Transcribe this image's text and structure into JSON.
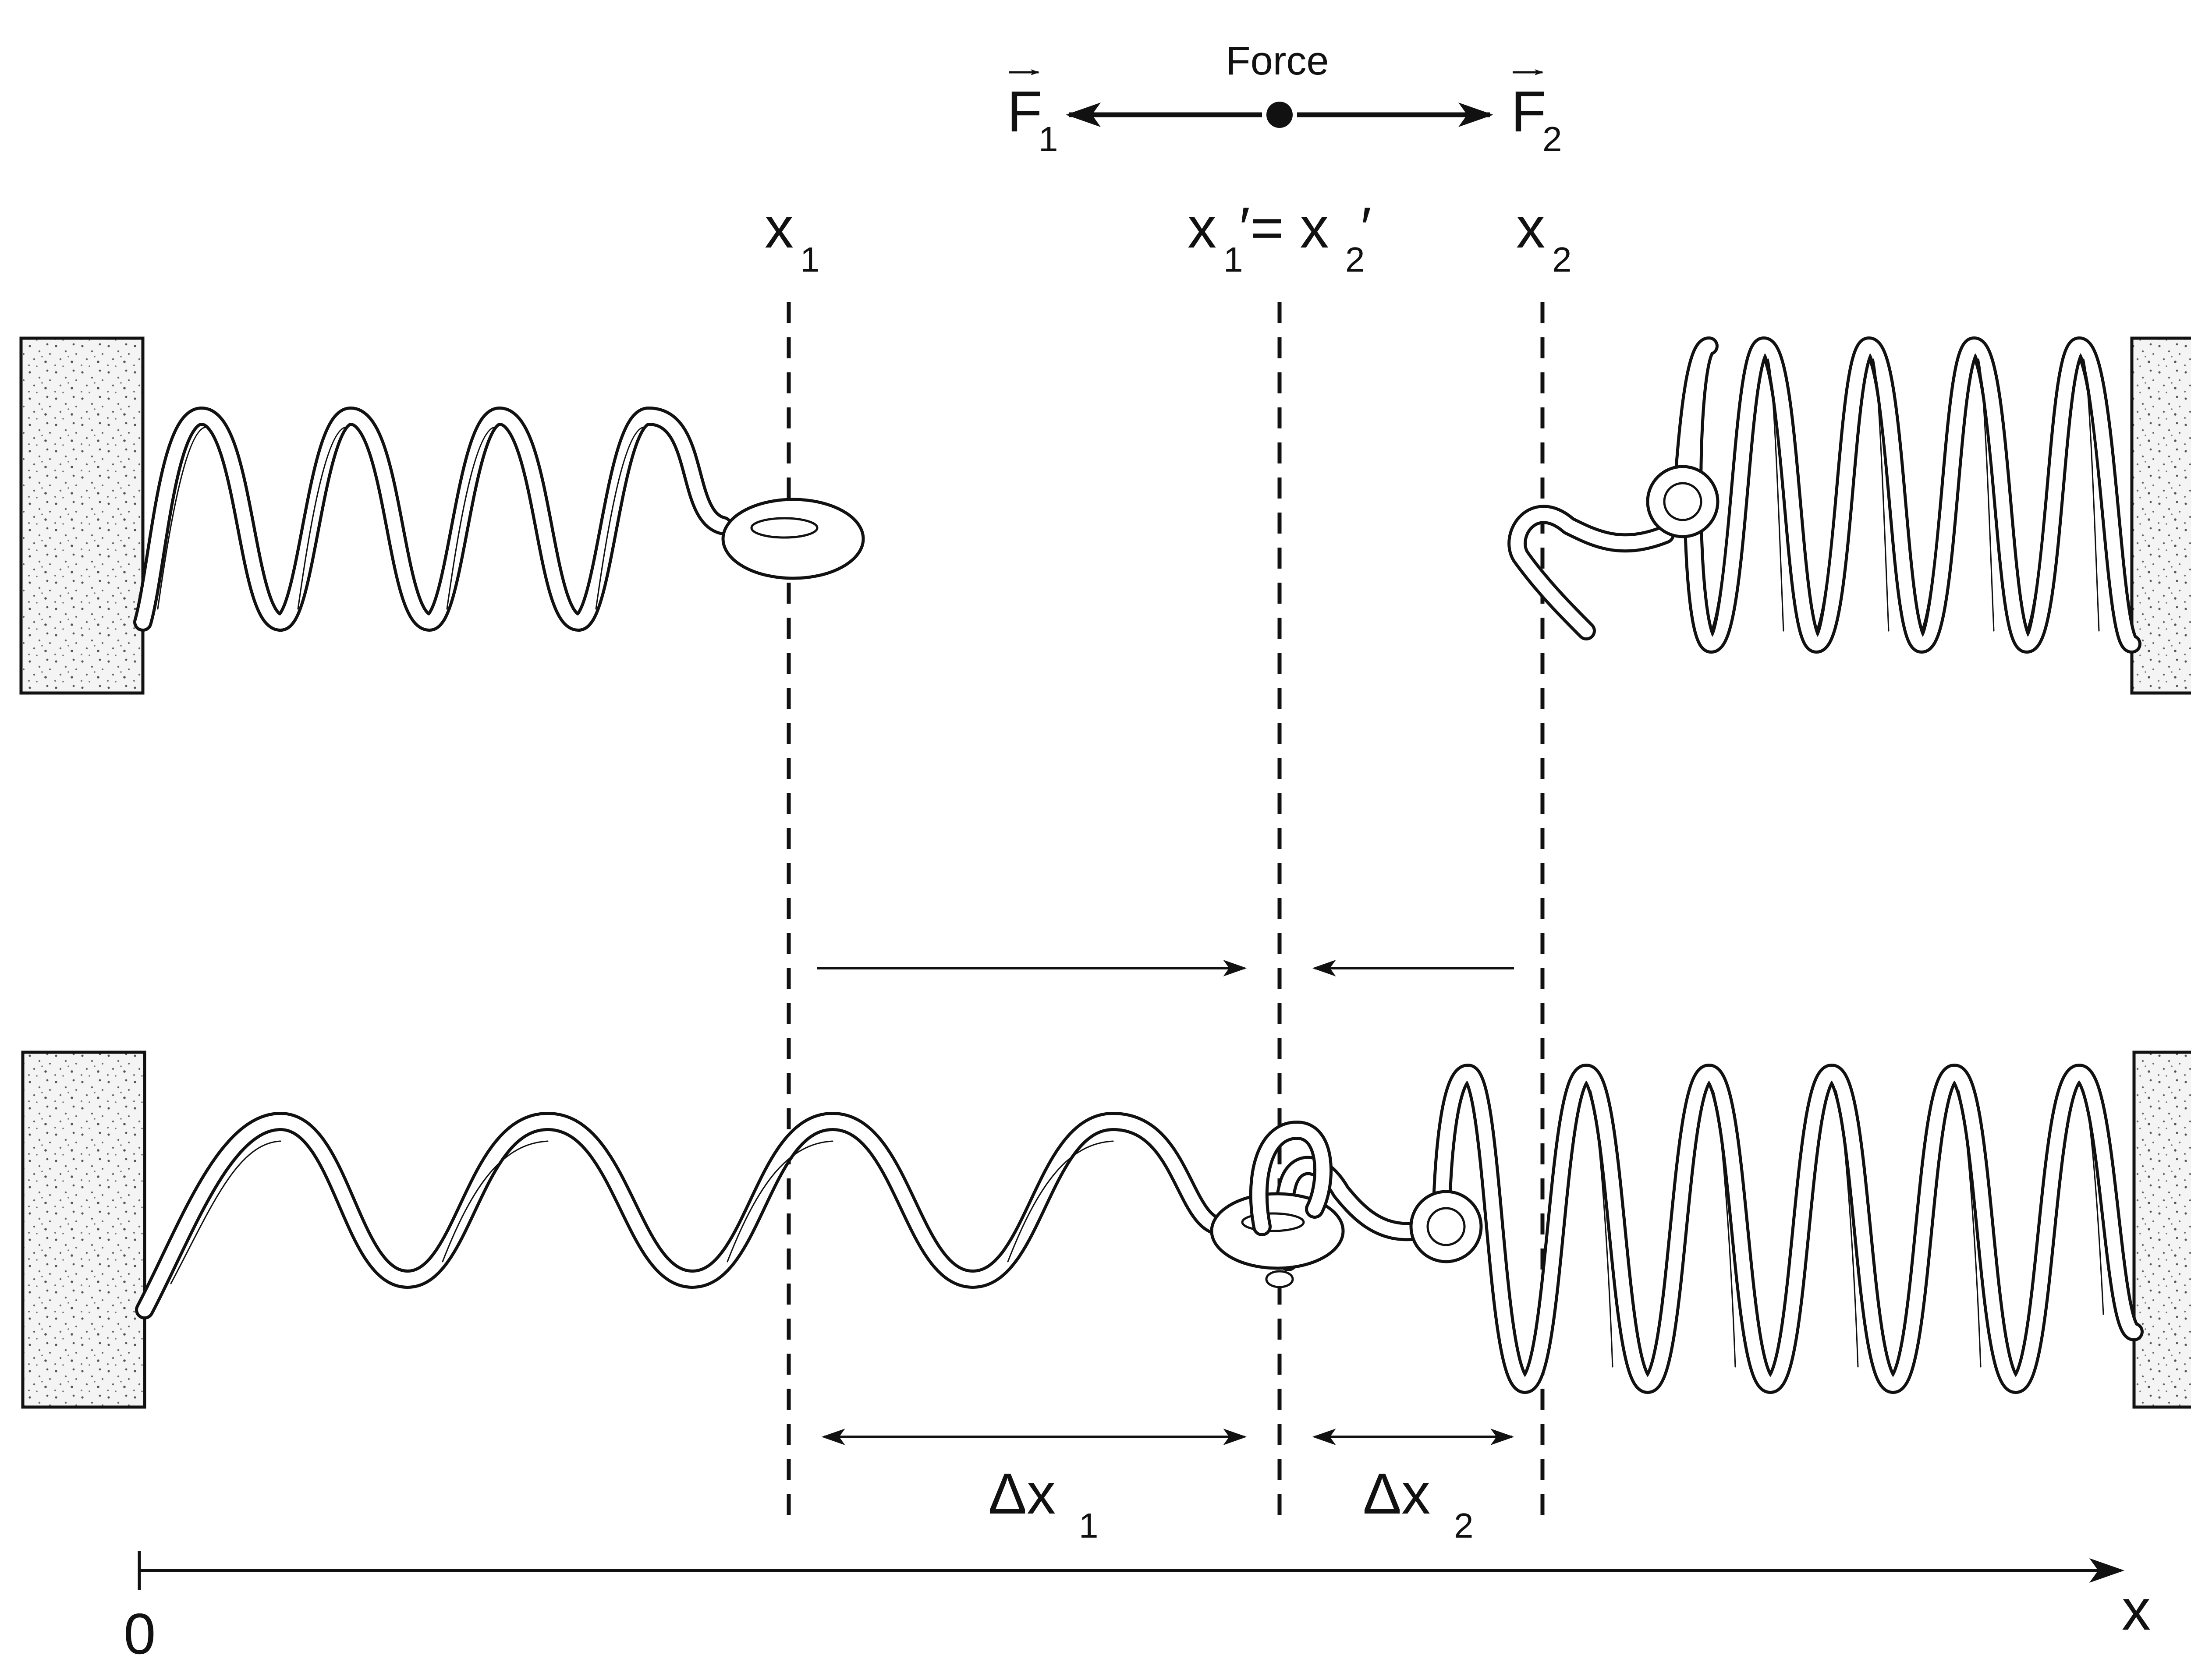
{
  "force_label": "Force",
  "labels": {
    "F1": "F",
    "F1_sub": "1",
    "F2": "F",
    "F2_sub": "2",
    "x1": "x",
    "x1_sub": "1",
    "x2": "x",
    "x2_sub": "2",
    "equal_left": "x",
    "equal_left_sub": "1",
    "equal_mid": "′= x",
    "equal_right_sub": "2",
    "equal_prime": "′",
    "dx1": "Δx",
    "dx1_sub": "1",
    "dx2": "Δx",
    "dx2_sub": "2",
    "axis_origin": "0",
    "axis_name": "x"
  },
  "colors": {
    "ink": "#111111",
    "wall_fill": "#f4f4f4"
  }
}
